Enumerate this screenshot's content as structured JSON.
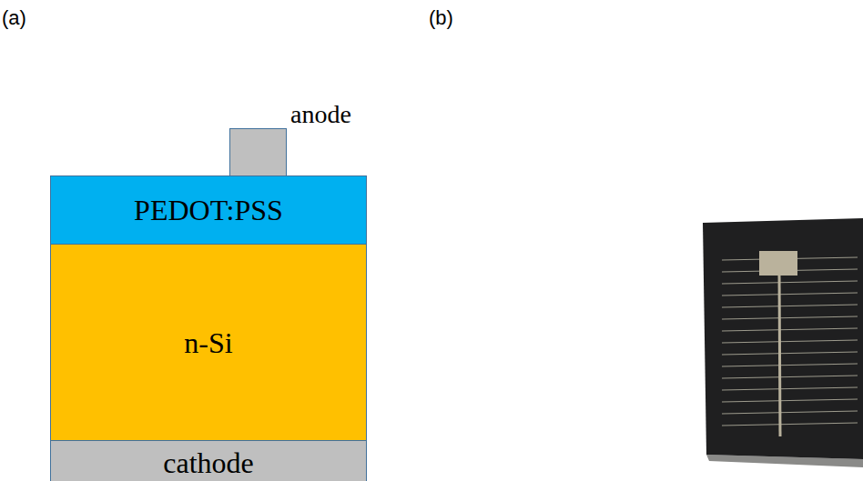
{
  "diagram": {
    "nodes": [
      {
        "text": [
          "anode"
        ]
      },
      {
        "text": [
          "PEDOT:PSS"
        ]
      },
      {
        "text": [
          "n-Si"
        ]
      },
      {
        "text": [
          "cathode"
        ]
      }
    ],
    "labels": [
      "(a)",
      "(b)"
    ]
  }
}
